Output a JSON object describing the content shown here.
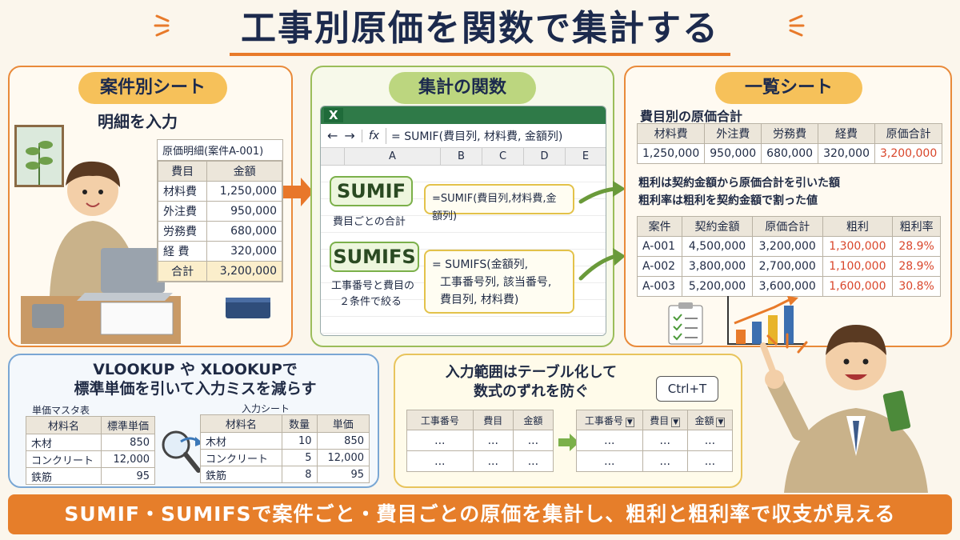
{
  "title": "工事別原価を関数で集計する",
  "left_panel": {
    "tag": "案件別シート",
    "subtitle": "明細を入力",
    "table_title": "原価明細(案件A-001)",
    "headers": [
      "費目",
      "金額"
    ],
    "rows": [
      [
        "材料費",
        "1,250,000"
      ],
      [
        "外注費",
        "950,000"
      ],
      [
        "労務費",
        "680,000"
      ],
      [
        "経 費",
        "320,000"
      ],
      [
        "合計",
        "3,200,000"
      ]
    ]
  },
  "middle_panel": {
    "tag": "集計の関数",
    "excel_icon": "X",
    "fx": "fx",
    "formula_bar": "= SUMIF(費目列, 材料費, 金額列)",
    "columns": [
      "A",
      "B",
      "C",
      "D",
      "E"
    ],
    "sumif": {
      "name": "SUMIF",
      "desc": "費目ごとの合計",
      "formula": "=SUMIF(費目列,材料費,金額列)"
    },
    "sumifs": {
      "name": "SUMIFS",
      "desc_line1": "工事番号と費目の",
      "desc_line2": "２条件で絞る",
      "formula_line1": "= SUMIFS(金額列,",
      "formula_line2": "工事番号列, 該当番号,",
      "formula_line3": "費目列, 材料費)"
    }
  },
  "right_panel": {
    "tag": "一覧シート",
    "cost_title": "費目別の原価合計",
    "cost_headers": [
      "材料費",
      "外注費",
      "労務費",
      "経費",
      "原価合計"
    ],
    "cost_values": [
      "1,250,000",
      "950,000",
      "680,000",
      "320,000",
      "3,200,000"
    ],
    "note1": "粗利は契約金額から原価合計を引いた額",
    "note2": "粗利率は粗利を契約金額で割った値",
    "profit_headers": [
      "案件",
      "契約金額",
      "原価合計",
      "粗利",
      "粗利率"
    ],
    "profit_rows": [
      [
        "A-001",
        "4,500,000",
        "3,200,000",
        "1,300,000",
        "28.9%"
      ],
      [
        "A-002",
        "3,800,000",
        "2,700,000",
        "1,100,000",
        "28.9%"
      ],
      [
        "A-003",
        "5,200,000",
        "3,600,000",
        "1,600,000",
        "30.8%"
      ]
    ]
  },
  "lookup_panel": {
    "title_line1": "VLOOKUP や XLOOKUPで",
    "title_line2": "標準単価を引いて入力ミスを減らす",
    "master_title": "単価マスタ表",
    "master_headers": [
      "材料名",
      "標準単価"
    ],
    "master_rows": [
      [
        "木材",
        "850"
      ],
      [
        "コンクリート",
        "12,000"
      ],
      [
        "鉄筋",
        "95"
      ]
    ],
    "input_title": "入力シート",
    "input_headers": [
      "材料名",
      "数量",
      "単価"
    ],
    "input_rows": [
      [
        "木材",
        "10",
        "850"
      ],
      [
        "コンクリート",
        "5",
        "12,000"
      ],
      [
        "鉄筋",
        "8",
        "95"
      ]
    ]
  },
  "table_panel": {
    "title_line1": "入力範囲はテーブル化して",
    "title_line2": "数式のずれを防ぐ",
    "shortcut": "Ctrl+T",
    "headers": [
      "工事番号",
      "費目",
      "金額"
    ],
    "cell": "..."
  },
  "footer": "SUMIF・SUMIFSで案件ごと・費目ごとの原価を集計し、粗利と粗利率で収支が見える",
  "colors": {
    "accent": "#e67e2a",
    "navy": "#1c2a4d",
    "green": "#7bb04a",
    "red": "#d9462b"
  }
}
